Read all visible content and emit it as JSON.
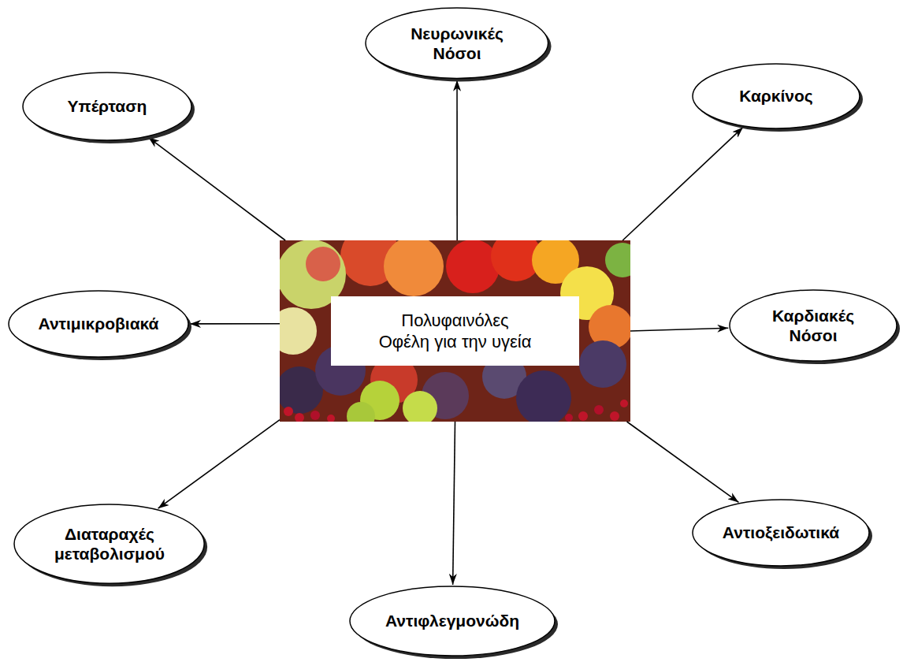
{
  "diagram": {
    "nodes": [
      {
        "text": [
          "Νευρωνικές Νόσοι"
        ]
      },
      {
        "text": [
          "Υπέρταση"
        ]
      },
      {
        "text": [
          "Καρκίνος"
        ]
      },
      {
        "text": [
          "Αντιμικροβιακά"
        ]
      },
      {
        "text": [
          "Πολυφαινόλες Οφέλη για την υγεία"
        ]
      },
      {
        "text": [
          "Καρδιακές Νόσοι"
        ]
      },
      {
        "text": [
          "Διαταραχές μεταβολισμού"
        ]
      },
      {
        "text": [
          "Αντιοξειδωτικά"
        ]
      },
      {
        "text": [
          "Αντιφλεγμονώδη"
        ]
      }
    ],
    "edges": [
      {
        "from": 4,
        "to": 0,
        "arrow": "to"
      },
      {
        "from": 4,
        "to": 1,
        "arrow": "to"
      },
      {
        "from": 4,
        "to": 2,
        "arrow": "to"
      },
      {
        "from": 4,
        "to": 3,
        "arrow": "to"
      },
      {
        "from": 4,
        "to": 5,
        "arrow": "to"
      },
      {
        "from": 4,
        "to": 6,
        "arrow": "to"
      },
      {
        "from": 4,
        "to": 7,
        "arrow": "to"
      },
      {
        "from": 4,
        "to": 8,
        "arrow": "to"
      }
    ]
  }
}
